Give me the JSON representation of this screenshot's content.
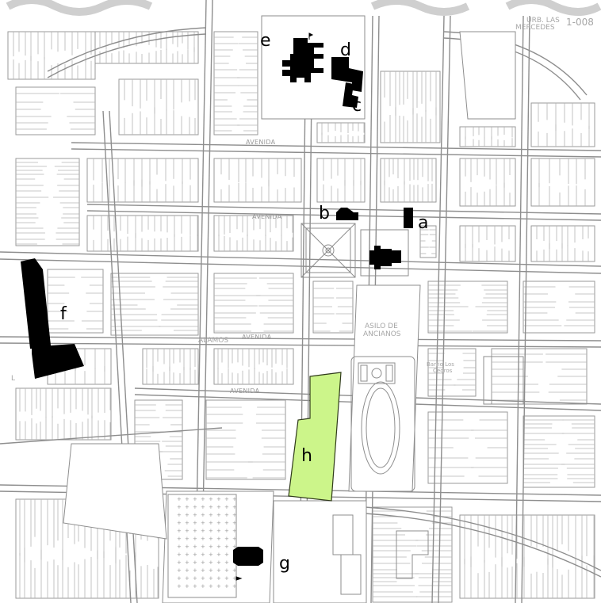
{
  "map": {
    "top_right": {
      "urb_line1": "URB. LAS",
      "urb_line2": "MERCEDES",
      "sheet": "1-008"
    },
    "places": {
      "asilo_line1": "ASILO DE",
      "asilo_line2": "ANCIANOS",
      "alamos": "ALAMOS",
      "barrio_line1": "Barrio Los",
      "barrio_line2": "Cedros"
    },
    "street_labels": {
      "avenida": "AVENIDA"
    },
    "markers": {
      "a": "a",
      "b": "b",
      "c": "c",
      "d": "d",
      "e": "e",
      "f": "f",
      "g": "g",
      "h": "h"
    },
    "edge_letters": {
      "l": "L"
    },
    "colors": {
      "building": "#000000",
      "highlight_fill": "#ccf58a",
      "highlight_stroke": "#2f3a1a",
      "street_line": "#8e8e8e",
      "lot_line": "#b4b4b4",
      "background": "#ffffff"
    }
  }
}
